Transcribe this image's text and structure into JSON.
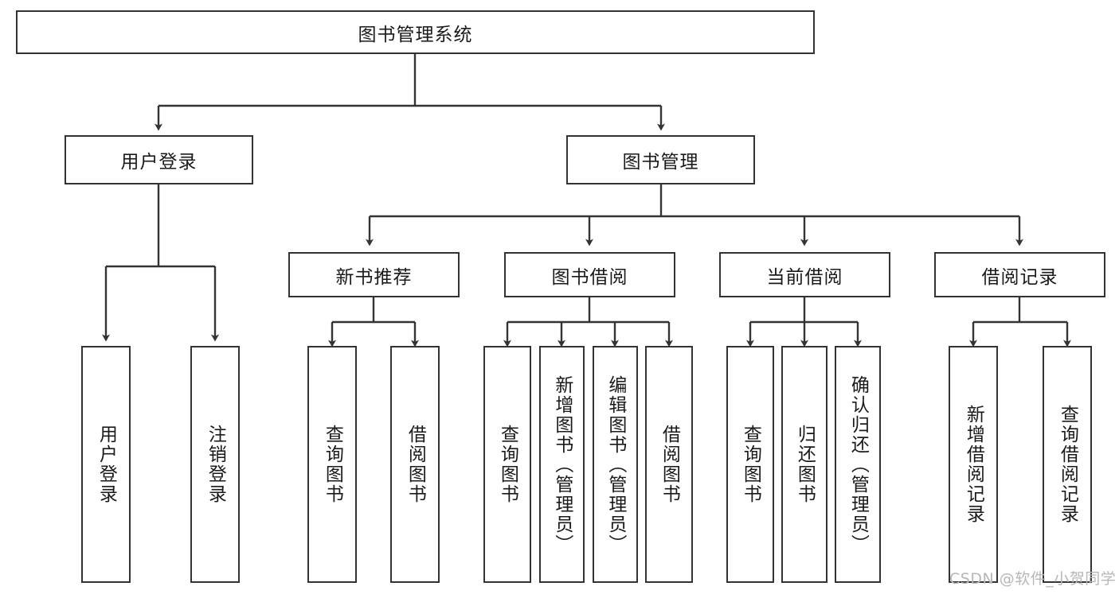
{
  "diagram": {
    "title": "图书管理系统",
    "type": "functional-decomposition-tree",
    "root": {
      "label": "图书管理系统"
    },
    "level1": [
      {
        "id": "user-login",
        "label": "用户登录"
      },
      {
        "id": "book-management",
        "label": "图书管理"
      }
    ],
    "level2": [
      {
        "id": "new-book-recommend",
        "label": "新书推荐",
        "parent": "book-management"
      },
      {
        "id": "book-borrow",
        "label": "图书借阅",
        "parent": "book-management"
      },
      {
        "id": "current-borrow",
        "label": "当前借阅",
        "parent": "book-management"
      },
      {
        "id": "borrow-record",
        "label": "借阅记录",
        "parent": "book-management"
      }
    ],
    "leaves": [
      {
        "id": "leaf-user-login",
        "label": "用户登录",
        "parent": "user-login"
      },
      {
        "id": "leaf-user-logout",
        "label": "注销登录",
        "parent": "user-login"
      },
      {
        "id": "leaf-query-book-1",
        "label": "查询图书",
        "parent": "new-book-recommend"
      },
      {
        "id": "leaf-borrow-book-1",
        "label": "借阅图书",
        "parent": "new-book-recommend"
      },
      {
        "id": "leaf-query-book-2",
        "label": "查询图书",
        "parent": "book-borrow"
      },
      {
        "id": "leaf-add-book",
        "label": "新增图书（管理员）",
        "parent": "book-borrow"
      },
      {
        "id": "leaf-edit-book",
        "label": "编辑图书（管理员）",
        "parent": "book-borrow"
      },
      {
        "id": "leaf-borrow-book-2",
        "label": "借阅图书",
        "parent": "book-borrow"
      },
      {
        "id": "leaf-query-book-3",
        "label": "查询图书",
        "parent": "current-borrow"
      },
      {
        "id": "leaf-return-book",
        "label": "归还图书",
        "parent": "current-borrow"
      },
      {
        "id": "leaf-confirm-return",
        "label": "确认归还（管理员）",
        "parent": "current-borrow"
      },
      {
        "id": "leaf-add-record",
        "label": "新增借阅记录",
        "parent": "borrow-record"
      },
      {
        "id": "leaf-query-record",
        "label": "查询借阅记录",
        "parent": "borrow-record"
      }
    ]
  },
  "watermark": {
    "text": "CSDN @软件_小贺同学"
  },
  "colors": {
    "stroke": "#333333",
    "background": "#ffffff",
    "text": "#1a1a1a",
    "watermark": "#b7b7b7"
  }
}
